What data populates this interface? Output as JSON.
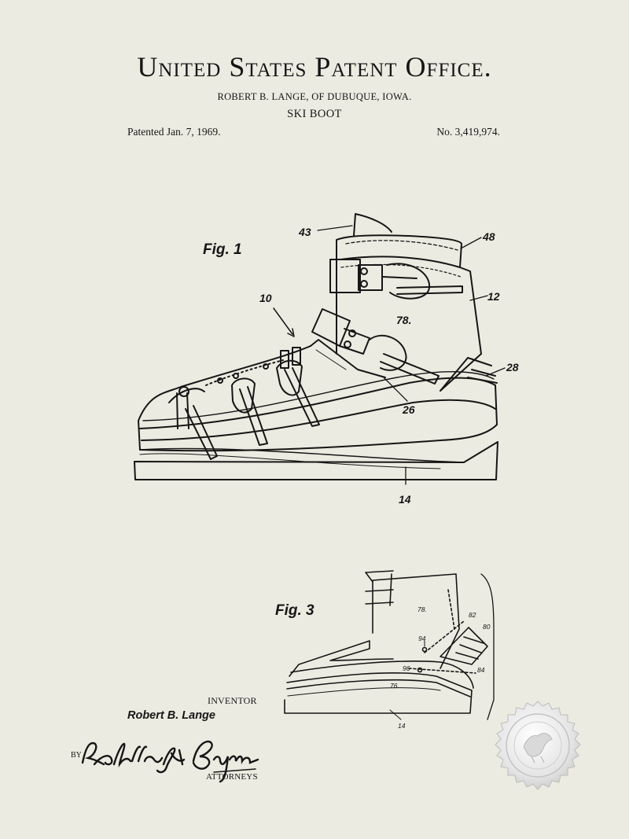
{
  "header": {
    "title": "United States Patent Office.",
    "inventor_line": "ROBERT B. LANGE, OF DUBUQUE, IOWA.",
    "subject": "SKI BOOT",
    "patented": "Patented Jan. 7, 1969.",
    "number": "No. 3,419,974."
  },
  "fig1": {
    "label": "Fig. 1",
    "refs": [
      "43",
      "48",
      "10",
      "12",
      "78.",
      "28",
      "26",
      "14"
    ]
  },
  "fig3": {
    "label": "Fig. 3",
    "refs": [
      "78.",
      "82",
      "80",
      "94",
      "96",
      "84",
      "76.",
      "14"
    ]
  },
  "footer": {
    "inventor_caption": "INVENTOR",
    "inventor_name": "Robert B. Lange",
    "by": "BY",
    "signature": "Robillard & Byrne",
    "attorneys_caption": "ATTORNEYS"
  },
  "colors": {
    "paper": "#ecebe1",
    "ink": "#161616",
    "seal": "#e4e4e4"
  }
}
